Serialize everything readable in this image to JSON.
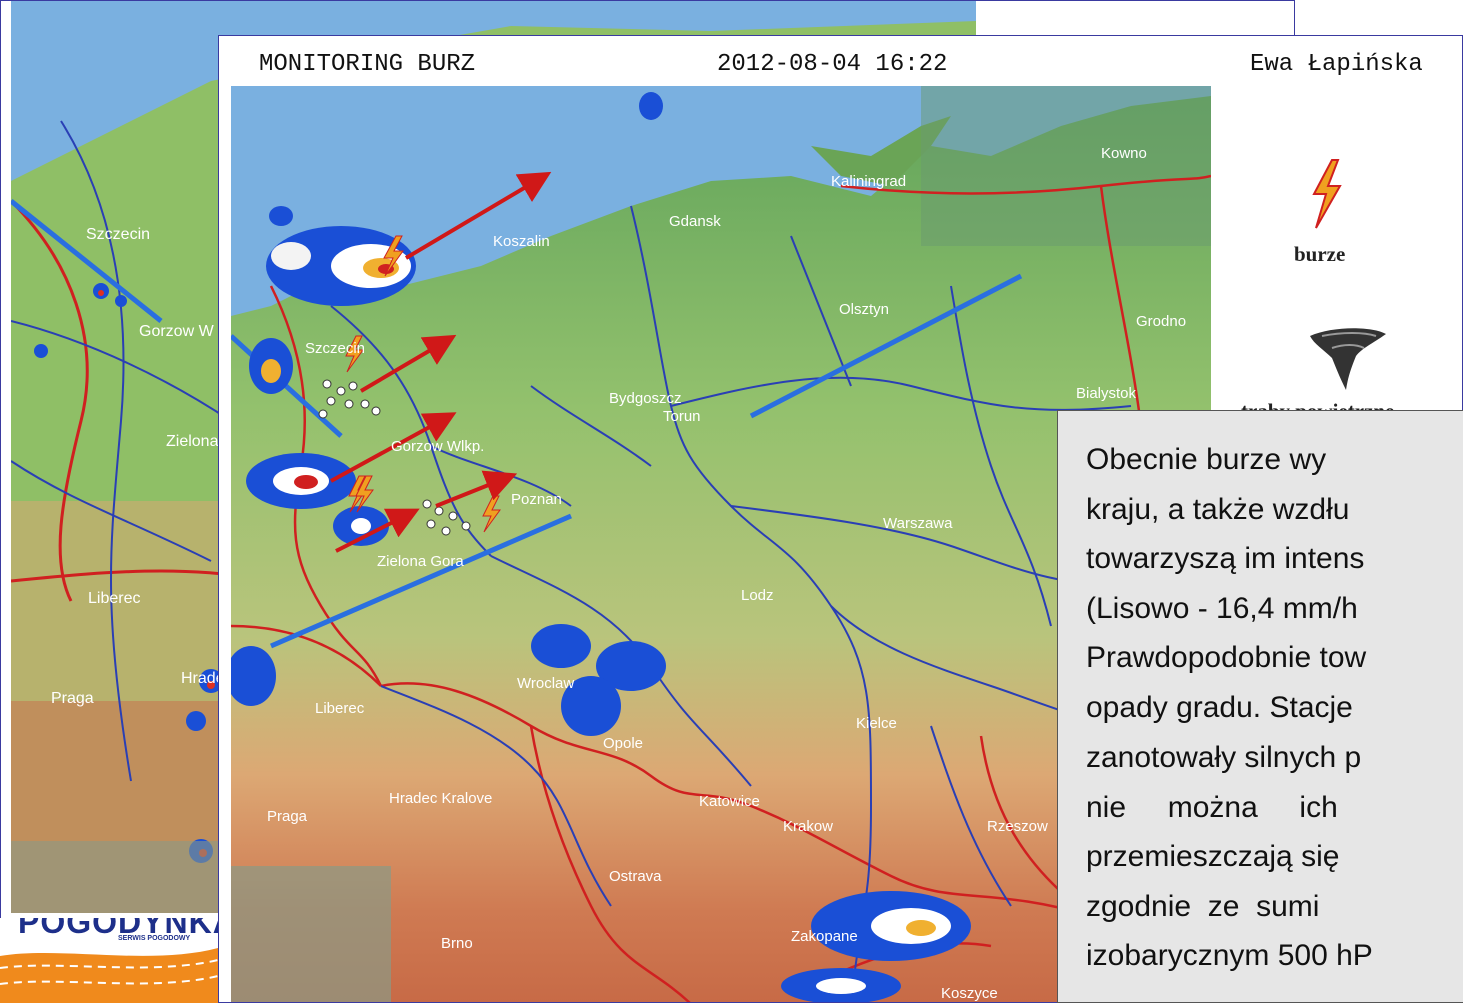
{
  "header": {
    "title": "MONITORING BURZ",
    "timestamp": "2012-08-04 16:22",
    "author": "Ewa Łapińska"
  },
  "legend": {
    "storms_label": "burze",
    "tornado_label": "trąby powietrzne"
  },
  "description": {
    "lines": [
      "Obecnie burze wy",
      "kraju, a także wzdłu",
      "towarzyszą im intens",
      "(Lisowo - 16,4 mm/h",
      "Prawdopodobnie tow",
      "opady gradu. Stacje",
      "zanotowały silnych p",
      "nie     można     ich",
      "przemieszczają się",
      "zgodnie  ze  sumi",
      "izobarycznym 500 hP"
    ]
  },
  "map": {
    "cities_front": [
      "Kowno",
      "Kaliningrad",
      "Gdansk",
      "Koszalin",
      "Olsztyn",
      "Grodno",
      "Szczecin",
      "Bydgoszcz",
      "Torun",
      "Bialystok",
      "Gorzow Wlkp.",
      "Poznan",
      "Warszawa",
      "Zielona Gora",
      "Lodz",
      "Liberec",
      "Wroclaw",
      "Kielce",
      "Opole",
      "Praga",
      "Hradec Kralove",
      "Katowice",
      "Krakow",
      "Rzeszow",
      "Ostrava",
      "Zakopane",
      "Brno",
      "Koszyce"
    ],
    "cities_back": [
      "Szczecin",
      "Gorzow W",
      "Zielona",
      "Liberec",
      "Praga",
      "Hradec"
    ]
  },
  "logo": {
    "name": "POGODYNKA",
    "subtitle": "SERWIS POGODOWY"
  },
  "colors": {
    "sea": "#7ab0e0",
    "lowland": "#8fc06a",
    "upland": "#d9a070",
    "rivers": "#2a3fb5",
    "borders": "#d02020",
    "arrows": "#d01818",
    "textbox": "#e6e6e6"
  }
}
